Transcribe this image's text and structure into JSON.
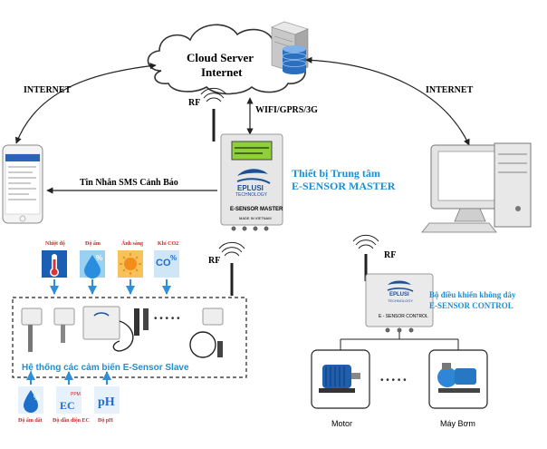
{
  "cloud": {
    "line1": "Cloud Server",
    "line2": "Internet"
  },
  "links": {
    "internet_left": "INTERNET",
    "internet_right": "INTERNET",
    "wifi": "WIFI/GPRS/3G",
    "rf_master": "RF",
    "rf_slave": "RF",
    "rf_control": "RF",
    "sms": "Tin Nhắn SMS Cảnh Báo"
  },
  "master": {
    "title1": "Thiết bị Trung tâm",
    "title2": "E-SENSOR MASTER",
    "brand": "EPLUSI",
    "tech": "TECHNOLOGY",
    "label": "E-SENSOR MASTER",
    "made": "MADE IN VIETNAM"
  },
  "control": {
    "title1": "Bộ điều khiển không dây",
    "title2": "E-SENSOR CONTROL",
    "brand": "EPLUSI",
    "tech": "TECHNOLOGY",
    "label": "E - SENSOR CONTROL"
  },
  "sensors_top": [
    "Nhiệt độ",
    "Độ ẩm",
    "Ánh sáng",
    "Khí CO2"
  ],
  "sensors_bottom": [
    "Độ ẩm đất",
    "Độ dẫn điện EC",
    "Độ pH"
  ],
  "icon_text": {
    "co2": "CO",
    "co2_pct": "%",
    "hum_pct": "%",
    "soil_pct": "%",
    "ec": "EC",
    "ppm": "PPM",
    "ph": "pH"
  },
  "slave_caption": "Hệ thống các cảm biến E-Sensor Slave",
  "slave_dots": "• • • • •",
  "motors": {
    "motor": "Motor",
    "pump": "Máy Bơm",
    "dots": "• • • • •"
  },
  "colors": {
    "accent_blue": "#1a8fd6",
    "arrow_blue": "#2f8fd8",
    "device_gray": "#e6e6e6",
    "lcd_green": "#8fcf3a"
  }
}
